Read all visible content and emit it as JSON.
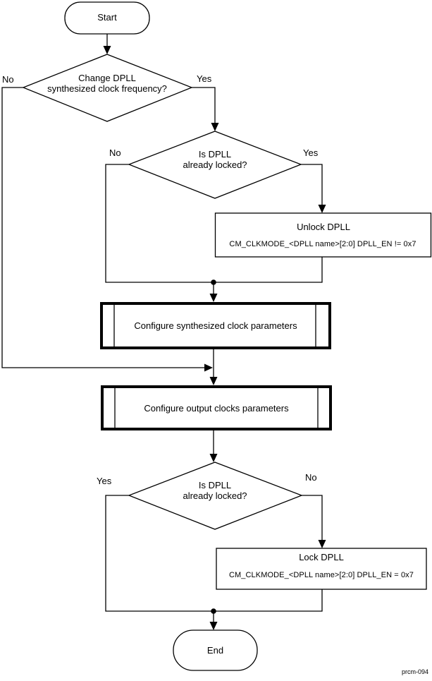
{
  "flowchart": {
    "start": {
      "label": "Start"
    },
    "decision_change_freq": {
      "line1": "Change DPLL",
      "line2": "synthesized clock frequency?",
      "no": "No",
      "yes": "Yes"
    },
    "decision_locked_top": {
      "line1": "Is DPLL",
      "line2": "already locked?",
      "no": "No",
      "yes": "Yes"
    },
    "unlock_box": {
      "title": "Unlock DPLL",
      "register": "CM_CLKMODE_<DPLL name>[2:0] DPLL_EN != 0x7"
    },
    "configure_synth_box": {
      "label": "Configure synthesized clock parameters"
    },
    "configure_output_box": {
      "label": "Configure output clocks parameters"
    },
    "decision_locked_bottom": {
      "line1": "Is DPLL",
      "line2": "already locked?",
      "yes": "Yes",
      "no": "No"
    },
    "lock_box": {
      "title": "Lock DPLL",
      "register": "CM_CLKMODE_<DPLL name>[2:0] DPLL_EN = 0x7"
    },
    "end": {
      "label": "End"
    },
    "figure_id": "prcm-094",
    "colors": {
      "line": "#000000",
      "background": "#ffffff"
    }
  }
}
